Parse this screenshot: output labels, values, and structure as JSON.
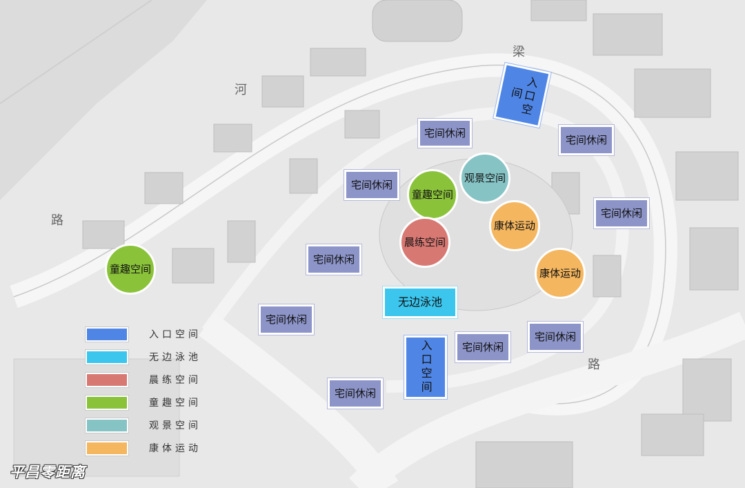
{
  "streets": [
    "河",
    "路",
    "梁",
    "路"
  ],
  "zones": {
    "rest": [
      "宅间休闲",
      "宅间休闲",
      "宅间休闲",
      "宅间休闲",
      "宅间休闲",
      "宅间休闲",
      "宅间休闲",
      "宅间休闲",
      "宅间休闲"
    ],
    "entry": [
      "入口空间",
      "入口空间"
    ],
    "pool": "无边泳池",
    "kids": [
      "童趣空间",
      "童趣空间"
    ],
    "view": "观景空间",
    "morning": "晨练空间",
    "sport": [
      "康体运动",
      "康体运动"
    ]
  },
  "legend": [
    {
      "label": "入口空间",
      "color": "#4f86e6"
    },
    {
      "label": "无边泳池",
      "color": "#3cc6ee"
    },
    {
      "label": "晨练空间",
      "color": "#d77873"
    },
    {
      "label": "童趣空间",
      "color": "#8ac33a"
    },
    {
      "label": "观景空间",
      "color": "#86c3c5"
    },
    {
      "label": "康体运动",
      "color": "#f4b65f"
    }
  ],
  "watermark": "平昌零距离"
}
